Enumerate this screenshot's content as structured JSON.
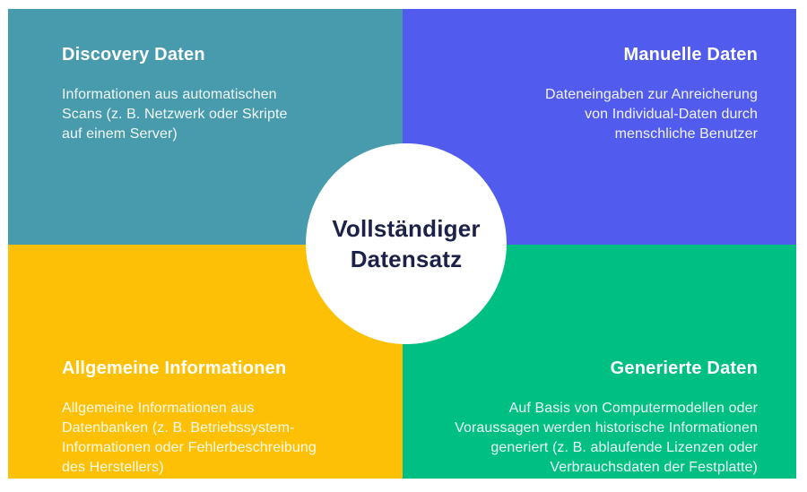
{
  "colors": {
    "background": "#FFFFFF",
    "teal": "#479BAC",
    "indigo": "#515CEF",
    "amber": "#FEC004",
    "emerald": "#00BF83",
    "navy": "#1B2148"
  },
  "center": {
    "label": "Vollständiger\nDatensatz",
    "text_color": "#1B2148"
  },
  "quadrants": [
    {
      "id": "discovery",
      "title": "Discovery Daten",
      "body": "Informationen aus automatischen\nScans (z. B. Netzwerk oder Skripte\nauf einem Server)",
      "color": "#479BAC",
      "align": "left",
      "position": "top-left"
    },
    {
      "id": "manuelle",
      "title": "Manuelle Daten",
      "body": "Dateneingaben zur Anreicherung\nvon Individual-Daten durch\nmenschliche Benutzer",
      "color": "#515CEF",
      "align": "right",
      "position": "top-right"
    },
    {
      "id": "allgemeine",
      "title": "Allgemeine Informationen",
      "body": "Allgemeine Informationen aus\nDatenbanken (z. B. Betriebssystem-\nInformationen oder Fehlerbeschreibung\ndes Herstellers)",
      "color": "#FEC004",
      "align": "left",
      "position": "bottom-left"
    },
    {
      "id": "generierte",
      "title": "Generierte Daten",
      "body": "Auf Basis von Computermodellen oder\nVoraussagen werden historische Informationen\ngeneriert (z. B. ablaufende Lizenzen oder\nVerbrauchsdaten der Festplatte)",
      "color": "#00BF83",
      "align": "right",
      "position": "bottom-right"
    }
  ]
}
